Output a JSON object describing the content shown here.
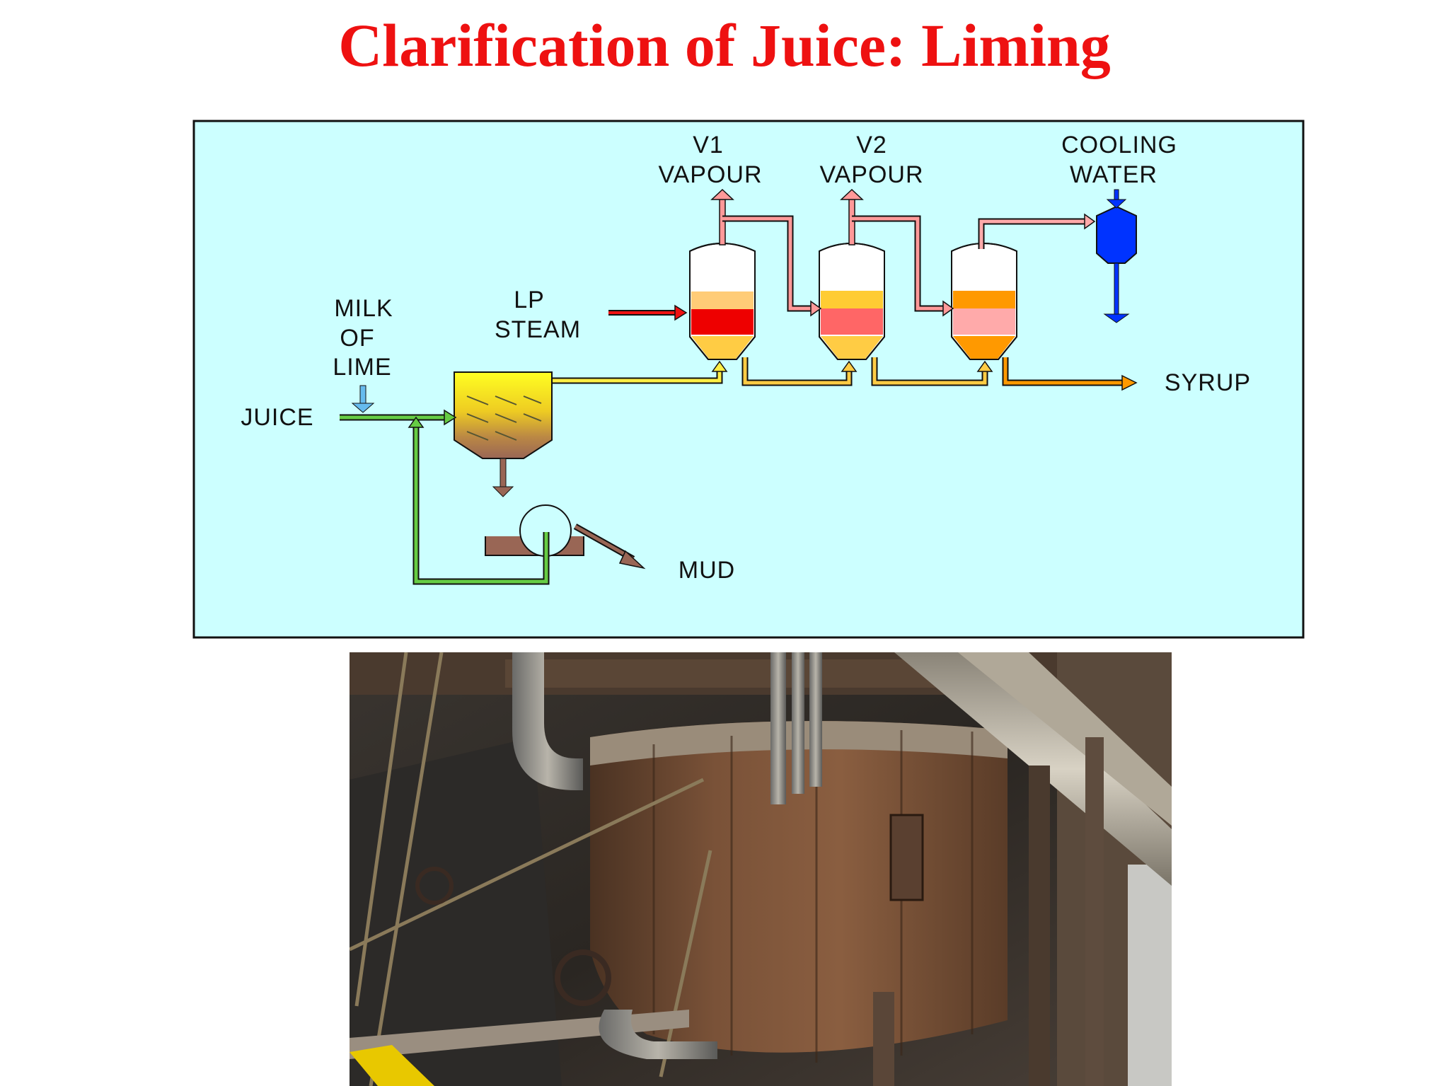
{
  "slide": {
    "title": "Clarification of Juice: Liming",
    "title_color": "#ee1111"
  },
  "diagram": {
    "background": "#ccffff",
    "labels": {
      "v1": [
        "V1",
        "VAPOUR"
      ],
      "v2": [
        "V2",
        "VAPOUR"
      ],
      "cooling": [
        "COOLING",
        "WATER"
      ],
      "milk": [
        "MILK",
        "OF",
        "LIME"
      ],
      "steam": [
        "LP",
        "STEAM"
      ],
      "juice": "JUICE",
      "syrup": "SYRUP",
      "mud": "MUD"
    },
    "colors": {
      "juice_line": "#66cc44",
      "milk_line": "#66bbee",
      "clear_juice_line": "#ffcc00",
      "syrup_line": "#ff8800",
      "vapour_line": "#ff7777",
      "steam_line": "#ee1111",
      "cooling_water": "#0033ff",
      "mud": "#996655"
    }
  },
  "photo": {
    "subject": "clarifier-tank-photo"
  }
}
